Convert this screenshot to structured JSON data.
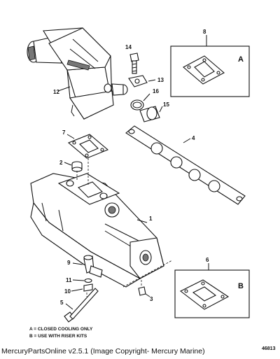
{
  "callouts": {
    "c1": "1",
    "c2": "2",
    "c3": "3",
    "c4": "4",
    "c5": "5",
    "c6": "6",
    "c7": "7",
    "c8": "8",
    "c9": "9",
    "c10": "10",
    "c11": "11",
    "c12": "12",
    "c13": "13",
    "c14": "14",
    "c15": "15",
    "c16": "16"
  },
  "insets": {
    "a_letter": "A",
    "b_letter": "B"
  },
  "legend": {
    "line_a": "A = CLOSED COOLING ONLY",
    "line_b": "B = USE WITH RISER KITS"
  },
  "diagram_code": "46813",
  "footer": "MercuryPartsOnline v2.5.1 (Image Copyright- Mercury Marine)"
}
